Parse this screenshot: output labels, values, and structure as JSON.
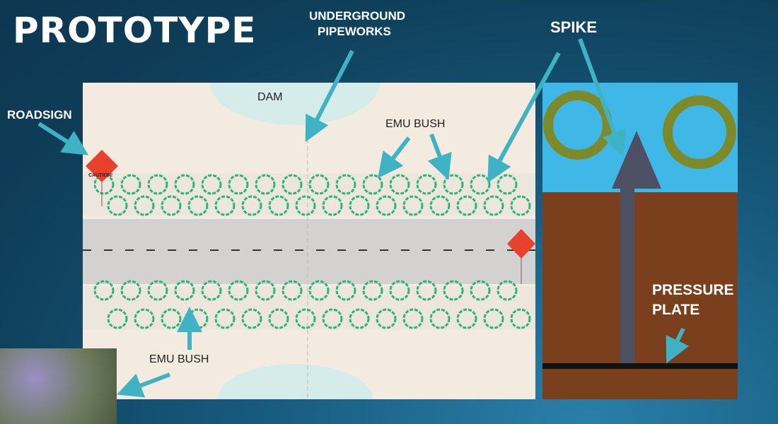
{
  "title": "PROTOTYPE",
  "labels": {
    "underground_pipeworks_1": "UNDERGROUND",
    "underground_pipeworks_2": "PIPEWORKS",
    "dam": "DAM",
    "roadsign": "ROADSIGN",
    "emu_bush_top": "EMU BUSH",
    "emu_bush_bottom": "EMU BUSH",
    "spike": "SPIKE",
    "pressure_plate_1": "PRESSURE",
    "pressure_plate_2": "PLATE"
  },
  "sign_text": "CAUTION!",
  "colors": {
    "arrow": "#3fb3c4",
    "bush": "#2cb57a",
    "road": "#cfcfcf",
    "soil": "#7a3f1c",
    "sky": "#3fb8e8",
    "spike": "#4d4f63"
  }
}
